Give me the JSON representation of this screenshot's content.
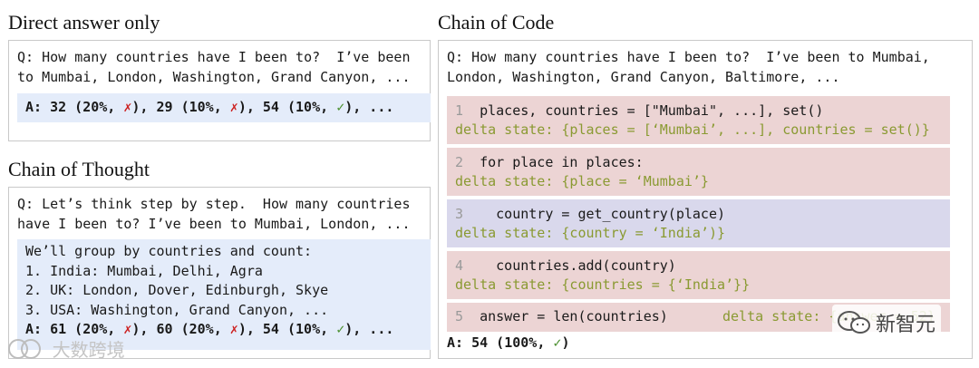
{
  "direct": {
    "title": "Direct answer only",
    "question_lines": [
      "Q: How many countries have I been to?  I’ve been",
      "to Mumbai, London, Washington, Grand Canyon, ..."
    ],
    "answer": {
      "prefix": "A: 32 (20%, ",
      "m1": "✗",
      "mid1": "), 29 (10%, ",
      "m2": "✗",
      "mid2": "), 54 (10%, ",
      "m3": "✓",
      "suffix": "), ..."
    }
  },
  "cot": {
    "title": "Chain of Thought",
    "question_lines": [
      "Q: Let’s think step by step.  How many countries",
      "have I been to? I’ve been to Mumbai, London, ..."
    ],
    "reasoning_lines": [
      "We’ll group by countries and count:",
      "1. India: Mumbai, Delhi, Agra",
      "2. UK: London, Dover, Edinburgh, Skye",
      "3. USA: Washington, Grand Canyon, ..."
    ],
    "answer": {
      "prefix": "A: 61 (20%, ",
      "m1": "✗",
      "mid1": "), 60 (20%, ",
      "m2": "✗",
      "mid2": "), 54 (10%, ",
      "m3": "✓",
      "suffix": "), ..."
    }
  },
  "coc": {
    "title": "Chain of Code",
    "question_lines": [
      "Q: How many countries have I been to?  I’ve been to Mumbai,",
      "London, Washington, Grand Canyon, Baltimore, ..."
    ],
    "steps": [
      {
        "num": "1",
        "code": "  places, countries = [\"Mumbai\", ...], set()",
        "delta": "delta state: {places = [‘Mumbai’, ...], countries = set()}"
      },
      {
        "num": "2",
        "code": "  for place in places:",
        "delta": "delta state: {place = ‘Mumbai’}"
      },
      {
        "num": "3",
        "code": "    country = get_country(place)",
        "delta": "delta state: {country = ‘India’)}"
      },
      {
        "num": "4",
        "code": "    countries.add(country)",
        "delta": "delta state: {countries = {‘India’}}"
      },
      {
        "num": "5",
        "code": "  answer = len(countries)",
        "delta": "delta state: {answer = 52}"
      }
    ],
    "answer": {
      "prefix": "A: 54 (100%, ",
      "m1": "✓",
      "suffix": ")"
    }
  },
  "watermarks": {
    "left": "大数跨境",
    "right": "新智元"
  },
  "colors": {
    "answer_band": "#e4ecfa",
    "code_red": "#ecd4d4",
    "code_blue": "#d9d8ec",
    "delta_text": "#8a9a32",
    "cross": "#cc2020",
    "check": "#4a8f2e"
  }
}
